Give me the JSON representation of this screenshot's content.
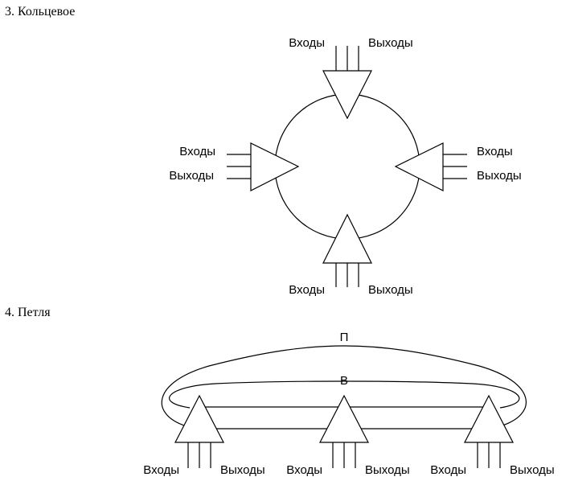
{
  "ring": {
    "heading": "3. Кольцевое",
    "top": {
      "in": "Входы",
      "out": "Выходы"
    },
    "left": {
      "in": "Входы",
      "out": "Выходы"
    },
    "right": {
      "in": "Входы",
      "out": "Выходы"
    },
    "bottom": {
      "in": "Входы",
      "out": "Выходы"
    }
  },
  "loop": {
    "heading": "4. Петля",
    "outer_label": "П",
    "inner_label": "В",
    "node1": {
      "in": "Входы",
      "out": "Выходы"
    },
    "node2": {
      "in": "Входы",
      "out": "Выходы"
    },
    "node3": {
      "in": "Входы",
      "out": "Выходы"
    }
  }
}
